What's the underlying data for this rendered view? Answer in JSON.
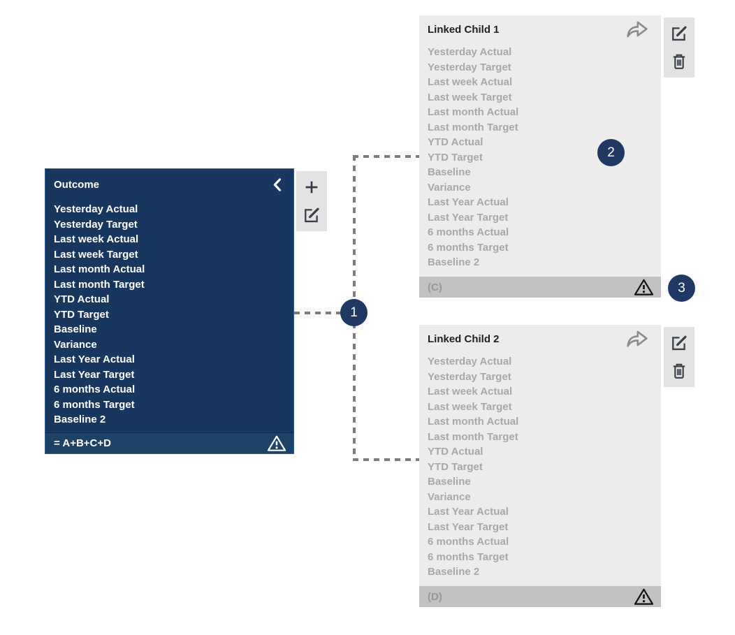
{
  "palette": {
    "navy_card_bg": "#17375e",
    "navy_card_border": "#2f6094",
    "navy_footer_bg": "#1d4267",
    "badge_bg": "#1f3864",
    "gray_card_bg": "#ececec",
    "gray_card_title": "#1f1f1f",
    "gray_item_text": "#a8a8a8",
    "gray_footer_bg": "#c1c1c1",
    "gray_footer_text": "#989898",
    "toolbar_bg": "#e3e3e3",
    "toolbar_icon": "#3a4049",
    "share_icon": "#8b8b8b",
    "connector_dash": "#7d7d7d"
  },
  "metrics": [
    "Yesterday Actual",
    "Yesterday Target",
    "Last week Actual",
    "Last week Target",
    "Last month Actual",
    "Last month Target",
    "YTD Actual",
    "YTD Target",
    "Baseline",
    "Variance",
    "Last Year Actual",
    "Last Year Target",
    "6 months Actual",
    "6 months Target",
    "Baseline 2"
  ],
  "outcome": {
    "title": "Outcome",
    "formula": "= A+B+C+D"
  },
  "children": [
    {
      "title": "Linked Child 1",
      "code": "(C)"
    },
    {
      "title": "Linked Child 2",
      "code": "(D)"
    }
  ],
  "badges": [
    "1",
    "2",
    "3"
  ],
  "icons": {
    "chevron_left": "❮",
    "plus": "+",
    "edit": "✎",
    "delete": "🗑",
    "share": "↪",
    "warning": "⚠"
  }
}
